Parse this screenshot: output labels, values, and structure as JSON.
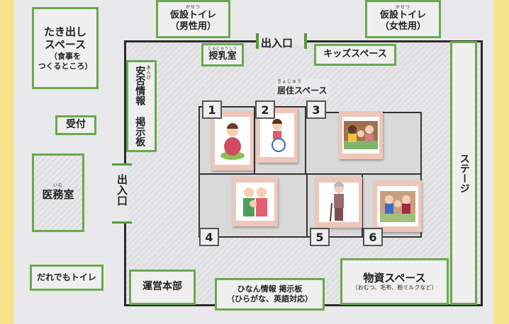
{
  "outside": {
    "takidashi": {
      "line1": "たき出し",
      "line2": "スペース",
      "line3": "（食事を",
      "line4": "つくるところ）"
    },
    "toilet_male": {
      "ruby": "かせつ",
      "title": "仮設トイレ",
      "sub": "（男性用）"
    },
    "toilet_female": {
      "ruby": "かせつ",
      "title": "仮設トイレ",
      "sub": "（女性用）"
    },
    "reception": "受付",
    "medical": {
      "ruby": "いむ",
      "title": "医務室"
    },
    "universal_toilet": "だれでもトイレ",
    "entrance_top": "出入口",
    "entrance_left": "出入口"
  },
  "inside": {
    "nursing": {
      "ruby": "じゅにゅうしつ",
      "title": "授乳室"
    },
    "kids": "キッズスペース",
    "safety_board": {
      "ruby": "あんぴ",
      "title": "安否情報 掲示板"
    },
    "living": {
      "ruby": "きょじゅう",
      "title": "居住スペース"
    },
    "stage": "ステージ",
    "hq": "運営本部",
    "evac_board": {
      "line1": "ひなん情報 掲示板",
      "line2": "（ひらがな、英語対応）"
    },
    "supplies": {
      "title": "物資スペース",
      "sub": "（おむつ、毛布、粉ミルクなど）"
    },
    "sections": [
      "1",
      "2",
      "3",
      "4",
      "5",
      "6"
    ],
    "cards": [
      {
        "icon": "pregnant-woman-icon"
      },
      {
        "icon": "wheelchair-child-icon"
      },
      {
        "icon": "foreign-family-icon"
      },
      {
        "icon": "parents-with-baby-icon"
      },
      {
        "icon": "elderly-man-icon"
      },
      {
        "icon": "family-icon"
      }
    ]
  },
  "colors": {
    "green": "#6aa84f",
    "card": "#efc6b8",
    "background": "#f6e38a"
  }
}
